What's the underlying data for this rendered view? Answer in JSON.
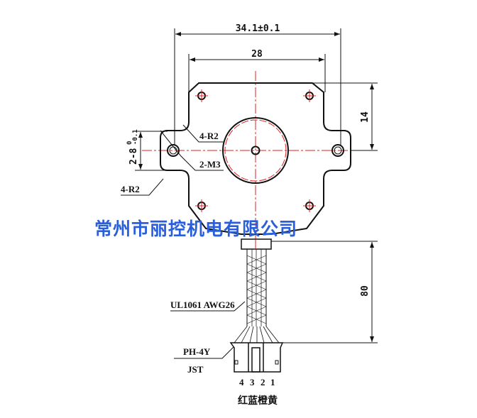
{
  "drawing": {
    "dim_overall_width": "34.1±0.1",
    "dim_hole_spacing": "28",
    "dim_height_offset": "14",
    "dim_lead_length": "80",
    "dim_ear_width": "2-8",
    "dim_ear_tol_upper": "0",
    "dim_ear_tol_lower": "-0.1",
    "note_radius_1": "4-R2",
    "note_radius_2": "4-R2",
    "note_thread": "2-M3",
    "wire_spec": "UL1061 AWG26",
    "connector_model": "PH-4Y",
    "connector_brand": "JST",
    "pin_numbers": [
      "4",
      "3",
      "2",
      "1"
    ],
    "wire_colors": "红蓝橙黄",
    "company_watermark": "常州市丽控机电有限公司"
  },
  "colors": {
    "line": "#111111",
    "centerline": "#e02020",
    "watermark": "#2b5fd9"
  }
}
